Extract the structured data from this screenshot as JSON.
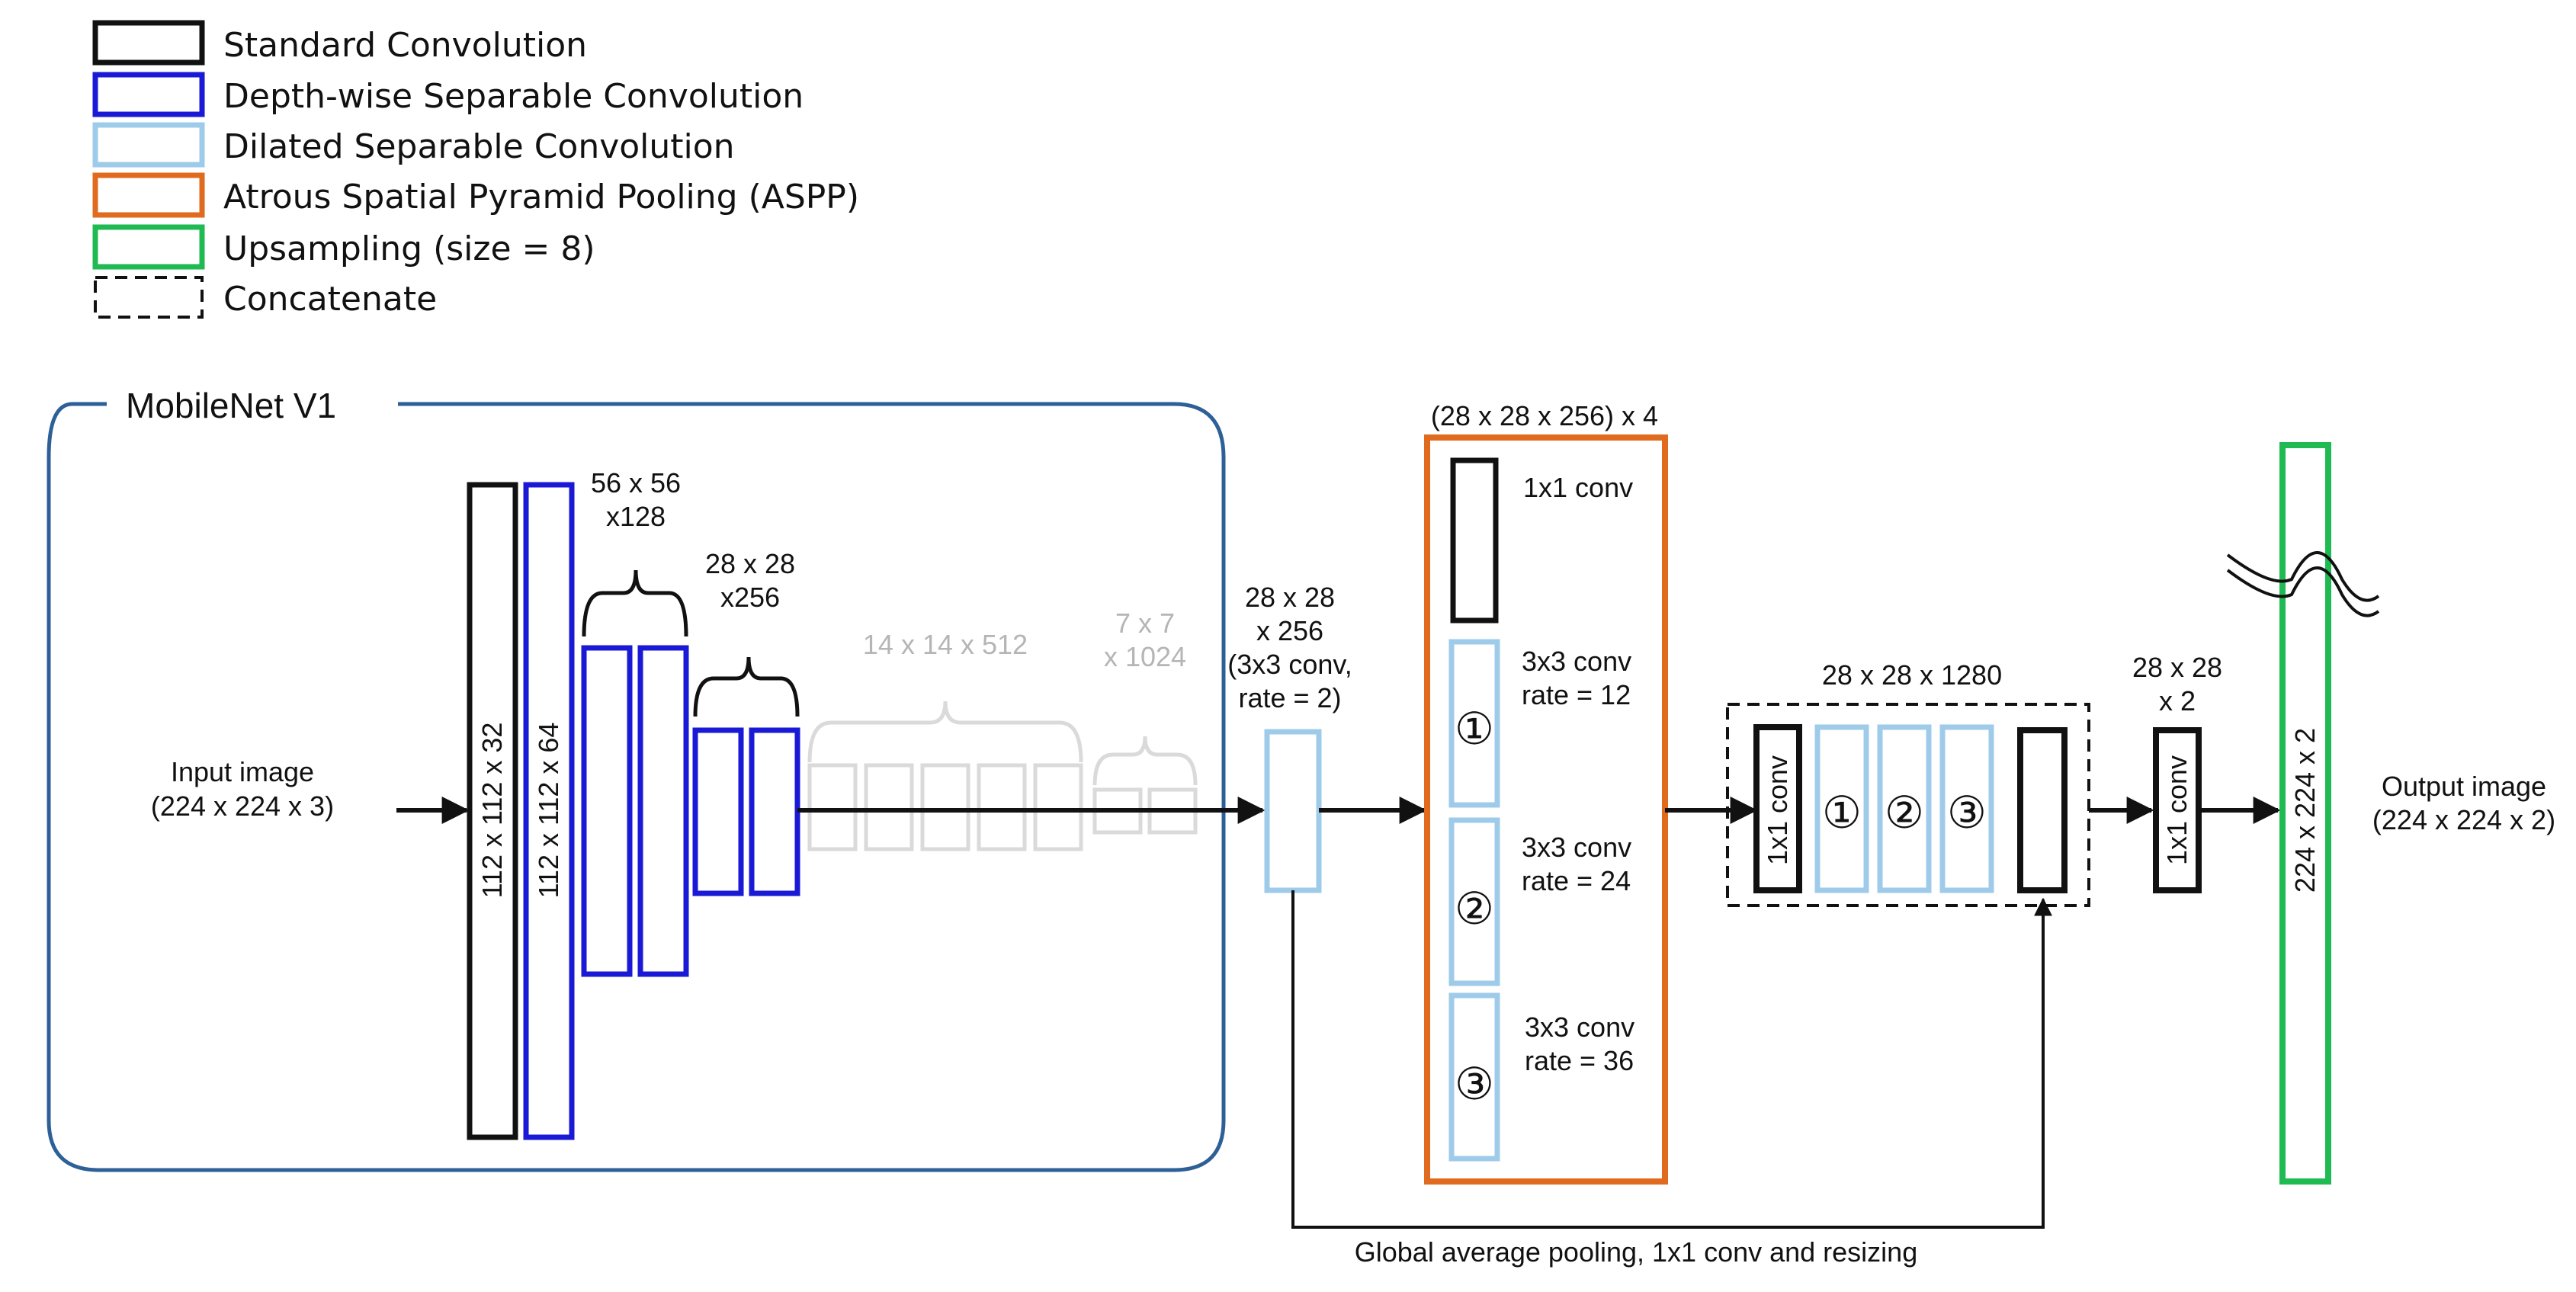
{
  "legend": {
    "items": [
      {
        "label": "Standard Convolution",
        "color": "#111111",
        "style": "solid"
      },
      {
        "label": "Depth-wise Separable Convolution",
        "color": "#1a1ad6",
        "style": "solid"
      },
      {
        "label": "Dilated Separable Convolution",
        "color": "#9fcbea",
        "style": "solid"
      },
      {
        "label": "Atrous Spatial Pyramid Pooling (ASPP)",
        "color": "#e06a1e",
        "style": "solid"
      },
      {
        "label": "Upsampling (size = 8)",
        "color": "#1fba52",
        "style": "solid"
      },
      {
        "label": "Concatenate",
        "color": "#111111",
        "style": "dashed"
      }
    ]
  },
  "mobilenet": {
    "title": "MobileNet V1",
    "input_label": [
      "Input image",
      "(224 x 224 x 3)"
    ],
    "block1_label": "112 x 112 x 32",
    "block2_label": "112 x 112 x 64",
    "group56_label": [
      "56 x 56",
      "x128"
    ],
    "group28_label": [
      "28 x 28",
      "x256"
    ],
    "group14_label": "14 x 14 x 512",
    "group7_label": [
      "7 x 7",
      "x 1024"
    ]
  },
  "dilated": {
    "label": [
      "28 x 28",
      "x 256",
      "(3x3 conv,",
      "rate = 2)"
    ]
  },
  "aspp": {
    "title": "(28 x 28 x 256) x 4",
    "branches": [
      {
        "marker": "",
        "label": [
          "1x1 conv"
        ]
      },
      {
        "marker": "①",
        "label": [
          "3x3 conv",
          "rate = 12"
        ]
      },
      {
        "marker": "②",
        "label": [
          "3x3 conv",
          "rate = 24"
        ]
      },
      {
        "marker": "③",
        "label": [
          "3x3 conv",
          "rate = 36"
        ]
      }
    ]
  },
  "concat": {
    "title": "28 x 28 x 1280",
    "conv_label": "1x1 conv",
    "markers": [
      "①",
      "②",
      "③"
    ]
  },
  "final_conv": {
    "title": [
      "28 x 28",
      "x 2"
    ],
    "conv_label": "1x1 conv"
  },
  "upsample": {
    "label": "224 x 224 x 2"
  },
  "output_label": [
    "Output image",
    "(224 x 224 x 2)"
  ],
  "pooling_label": "Global average pooling, 1x1 conv and resizing"
}
